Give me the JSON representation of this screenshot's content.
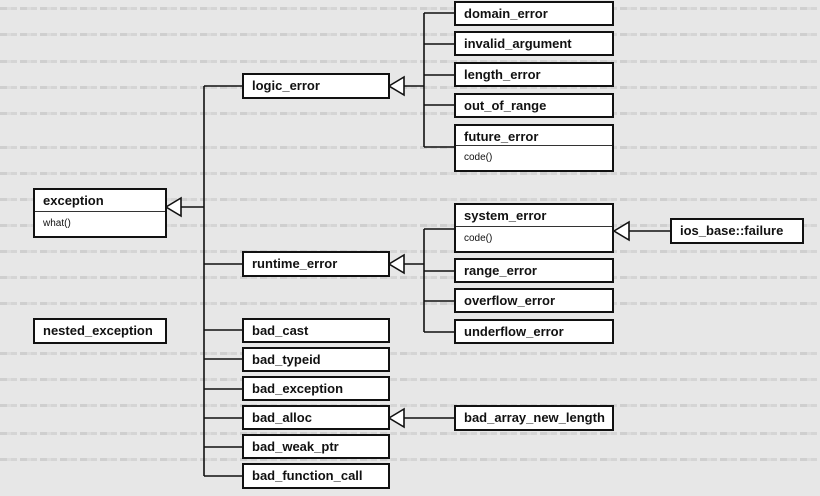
{
  "classes": {
    "exception": {
      "name": "exception",
      "method": "what()"
    },
    "nested_exception": "nested_exception",
    "logic_error": "logic_error",
    "runtime_error": "runtime_error",
    "bad_cast": "bad_cast",
    "bad_typeid": "bad_typeid",
    "bad_exception": "bad_exception",
    "bad_alloc": "bad_alloc",
    "bad_weak_ptr": "bad_weak_ptr",
    "bad_function_call": "bad_function_call",
    "domain_error": "domain_error",
    "invalid_argument": "invalid_argument",
    "length_error": "length_error",
    "out_of_range": "out_of_range",
    "future_error": {
      "name": "future_error",
      "method": "code()"
    },
    "system_error": {
      "name": "system_error",
      "method": "code()"
    },
    "range_error": "range_error",
    "overflow_error": "overflow_error",
    "underflow_error": "underflow_error",
    "ios_base_failure": "ios_base::failure",
    "bad_array_new_length": "bad_array_new_length"
  }
}
